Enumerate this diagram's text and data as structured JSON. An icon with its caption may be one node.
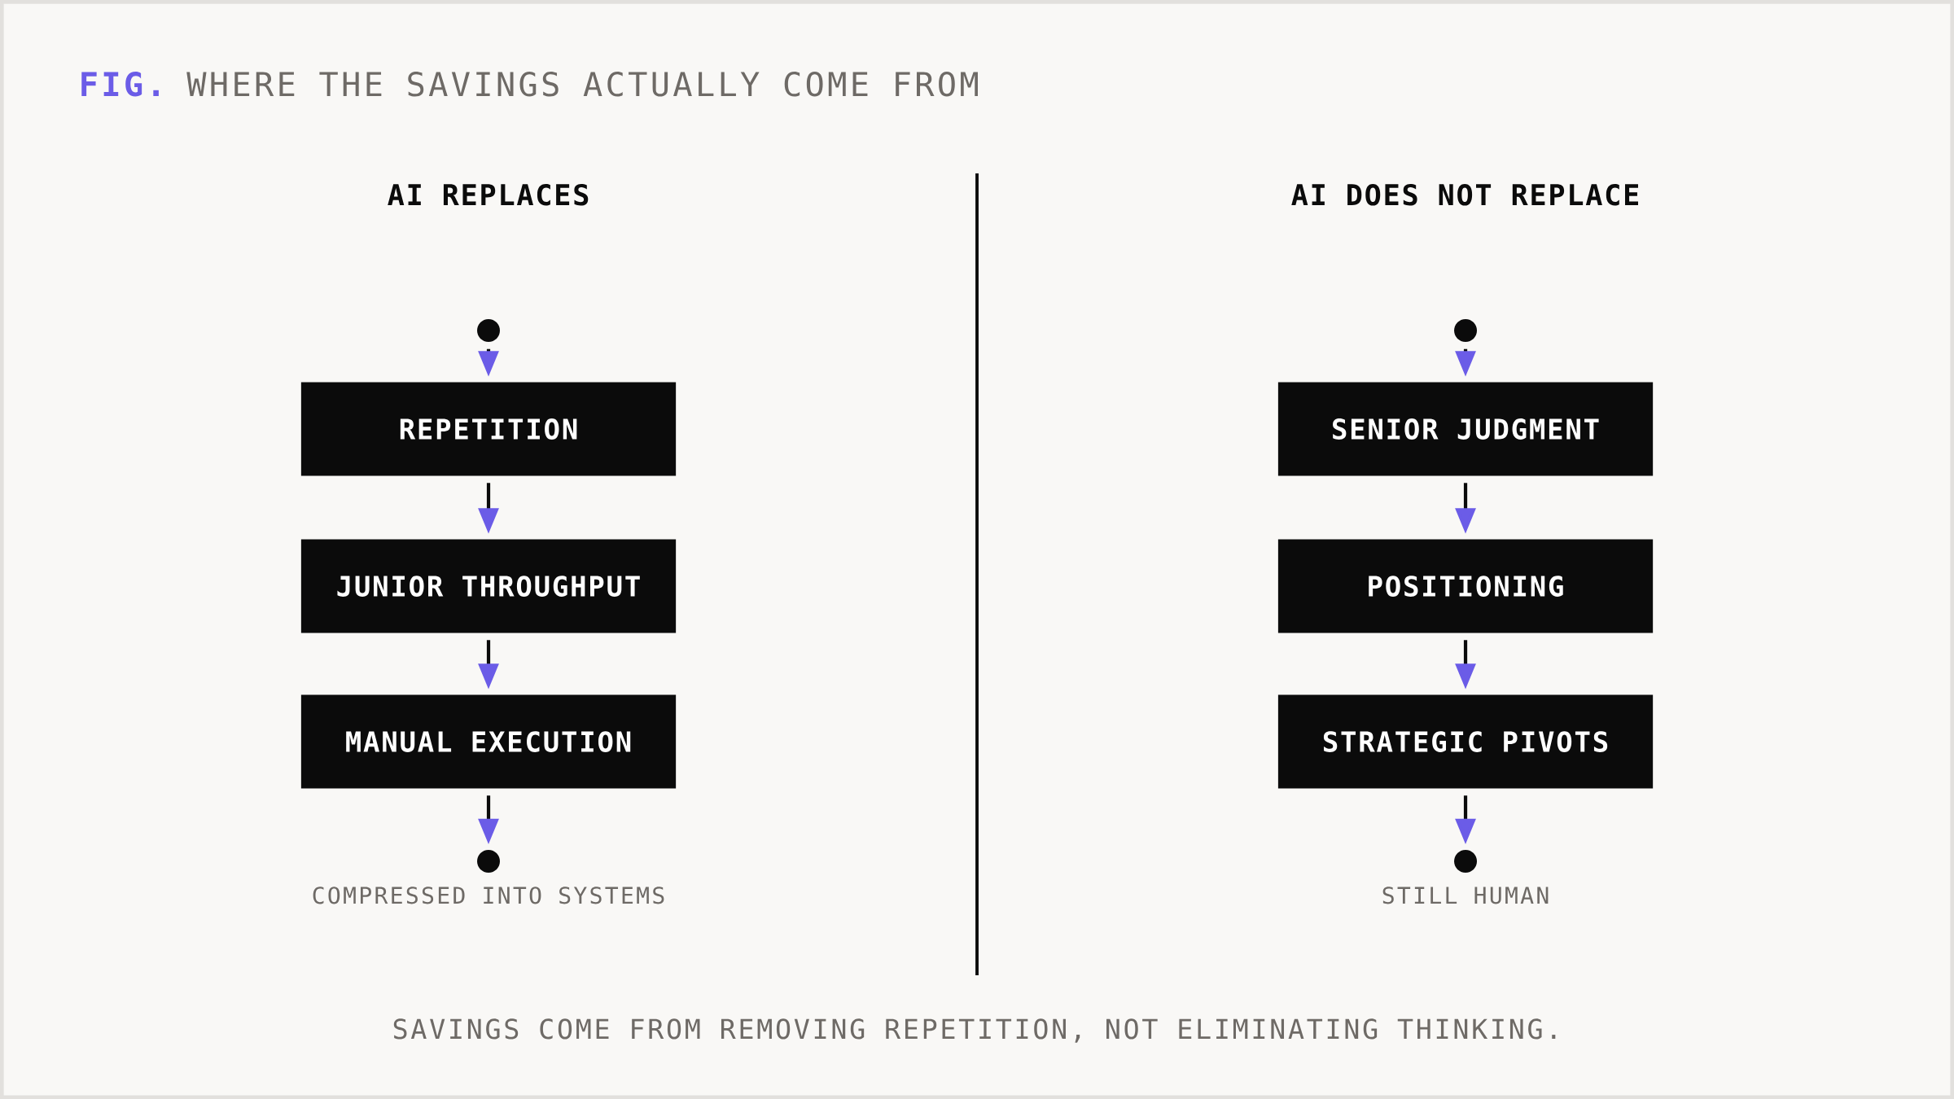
{
  "diagram": {
    "title": "WHERE THE SAVINGS ACTUALLY COME FROM",
    "caption": "SAVINGS COME FROM REMOVING REPETITION, NOT ELIMINATING THINKING.",
    "nodes": [
      {
        "text": [],
        "shape": "circle"
      },
      {
        "text": [
          "REPETITION"
        ]
      },
      {
        "text": [
          "JUNIOR THROUGHPUT"
        ]
      },
      {
        "text": [
          "MANUAL EXECUTION"
        ]
      },
      {
        "text": [],
        "shape": "circle",
        "beside": [
          "COMPRESSED INTO SYSTEMS"
        ]
      },
      {
        "text": [],
        "shape": "circle"
      },
      {
        "text": [
          "SENIOR JUDGMENT"
        ]
      },
      {
        "text": [
          "POSITIONING"
        ]
      },
      {
        "text": [
          "STRATEGIC PIVOTS"
        ]
      },
      {
        "text": [],
        "shape": "circle",
        "beside": [
          "STILL HUMAN"
        ]
      }
    ],
    "edges": [
      {
        "from": 0,
        "to": 1,
        "arrow": "to"
      },
      {
        "from": 1,
        "to": 2,
        "arrow": "to"
      },
      {
        "from": 2,
        "to": 3,
        "arrow": "to"
      },
      {
        "from": 3,
        "to": 4,
        "arrow": "to"
      },
      {
        "from": 5,
        "to": 6,
        "arrow": "to"
      },
      {
        "from": 6,
        "to": 7,
        "arrow": "to"
      },
      {
        "from": 7,
        "to": 8,
        "arrow": "to"
      },
      {
        "from": 8,
        "to": 9,
        "arrow": "to"
      }
    ],
    "labels": [
      "FIG.",
      "AI REPLACES",
      "AI DOES NOT REPLACE"
    ]
  }
}
